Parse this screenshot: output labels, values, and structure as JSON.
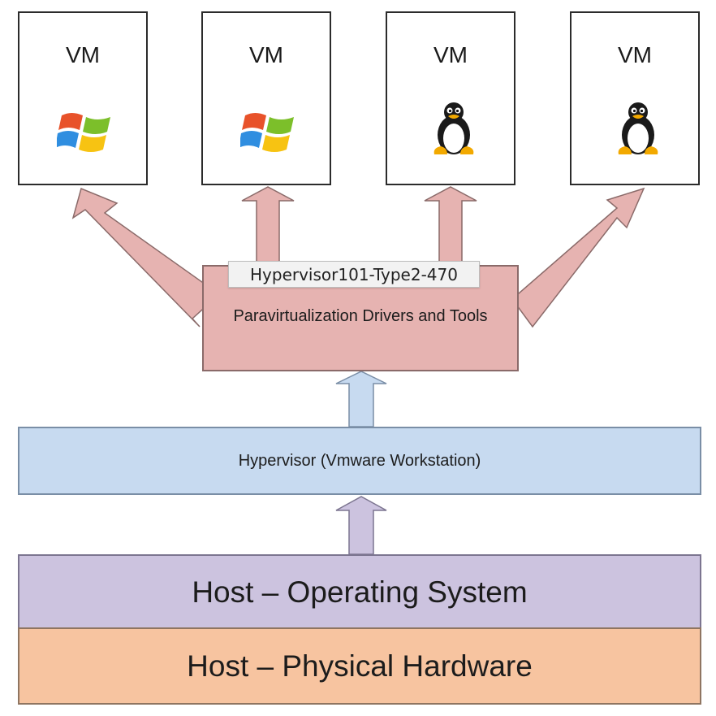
{
  "vms": [
    {
      "label": "VM",
      "os_icon": "windows-logo-icon"
    },
    {
      "label": "VM",
      "os_icon": "windows-logo-icon"
    },
    {
      "label": "VM",
      "os_icon": "linux-tux-icon"
    },
    {
      "label": "VM",
      "os_icon": "linux-tux-icon"
    }
  ],
  "layers": {
    "paravirt": "Paravirtualization Drivers and Tools",
    "hypervisor": "Hypervisor (Vmware Workstation)",
    "host_os": "Host – Operating System",
    "host_hw": "Host – Physical Hardware"
  },
  "tooltip": "Hypervisor101-Type2-470",
  "colors": {
    "paravirt_fill": "#e6b3b1",
    "hypervisor_fill": "#c7daf0",
    "host_os_fill": "#ccc3df",
    "host_hw_fill": "#f7c4a0",
    "arrow_pink": "#e6b3b1",
    "arrow_blue": "#c7daf0",
    "arrow_purple": "#ccc3df"
  }
}
